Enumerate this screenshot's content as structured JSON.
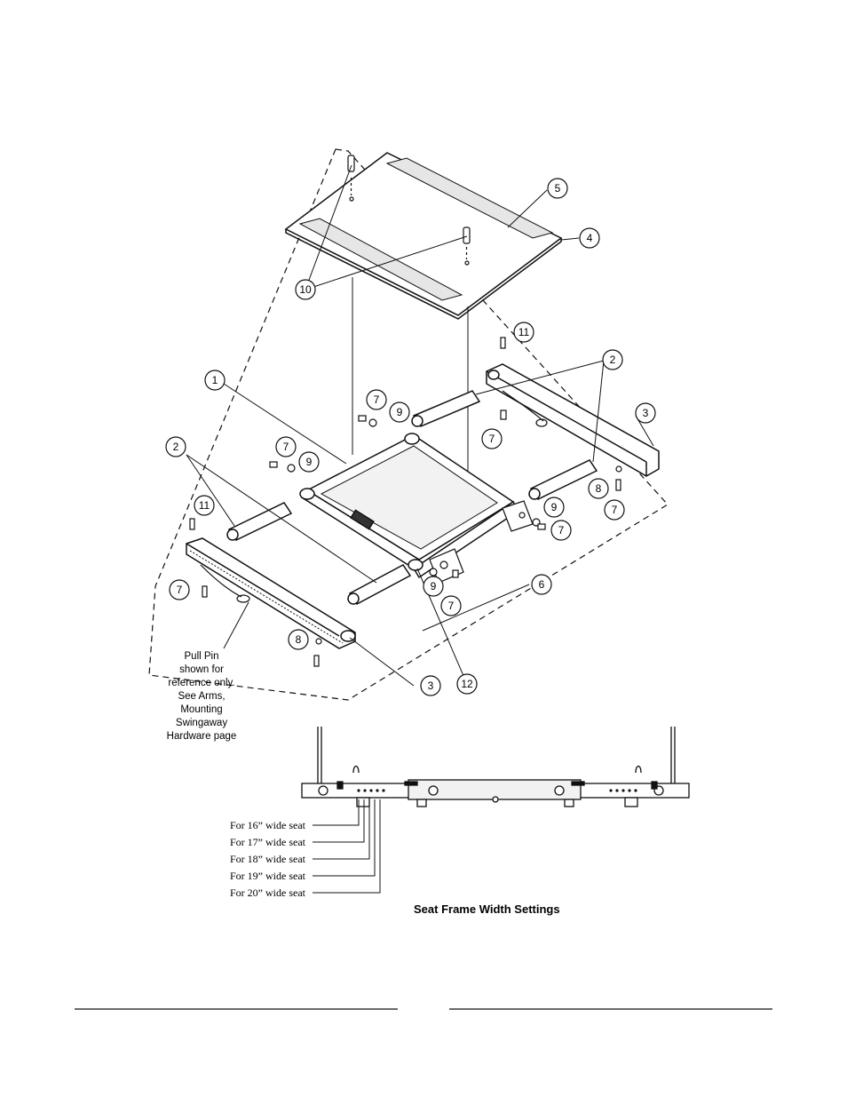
{
  "callouts": [
    {
      "id": "c1",
      "label": "1"
    },
    {
      "id": "c2a",
      "label": "2"
    },
    {
      "id": "c2b",
      "label": "2"
    },
    {
      "id": "c3a",
      "label": "3"
    },
    {
      "id": "c3b",
      "label": "3"
    },
    {
      "id": "c4",
      "label": "4"
    },
    {
      "id": "c5",
      "label": "5"
    },
    {
      "id": "c6",
      "label": "6"
    },
    {
      "id": "c7a",
      "label": "7"
    },
    {
      "id": "c7b",
      "label": "7"
    },
    {
      "id": "c7c",
      "label": "7"
    },
    {
      "id": "c7d",
      "label": "7"
    },
    {
      "id": "c7e",
      "label": "7"
    },
    {
      "id": "c7f",
      "label": "7"
    },
    {
      "id": "c7g",
      "label": "7"
    },
    {
      "id": "c8a",
      "label": "8"
    },
    {
      "id": "c8b",
      "label": "8"
    },
    {
      "id": "c9a",
      "label": "9"
    },
    {
      "id": "c9b",
      "label": "9"
    },
    {
      "id": "c9c",
      "label": "9"
    },
    {
      "id": "c9d",
      "label": "9"
    },
    {
      "id": "c10",
      "label": "10"
    },
    {
      "id": "c11a",
      "label": "11"
    },
    {
      "id": "c11b",
      "label": "11"
    },
    {
      "id": "c12",
      "label": "12"
    }
  ],
  "note_lines": [
    "Pull Pin",
    "shown for",
    "reference only.",
    "See Arms,",
    "Mounting",
    "Swingaway",
    "Hardware page"
  ],
  "width_settings": [
    "For 16” wide seat",
    "For 17” wide seat",
    "For 18” wide seat",
    "For 19” wide seat",
    "For 20” wide seat"
  ],
  "caption": "Seat Frame Width Settings",
  "colors": {
    "ink": "#111111",
    "fill": "#f2f2f2",
    "panel": "#e6e6e6"
  }
}
